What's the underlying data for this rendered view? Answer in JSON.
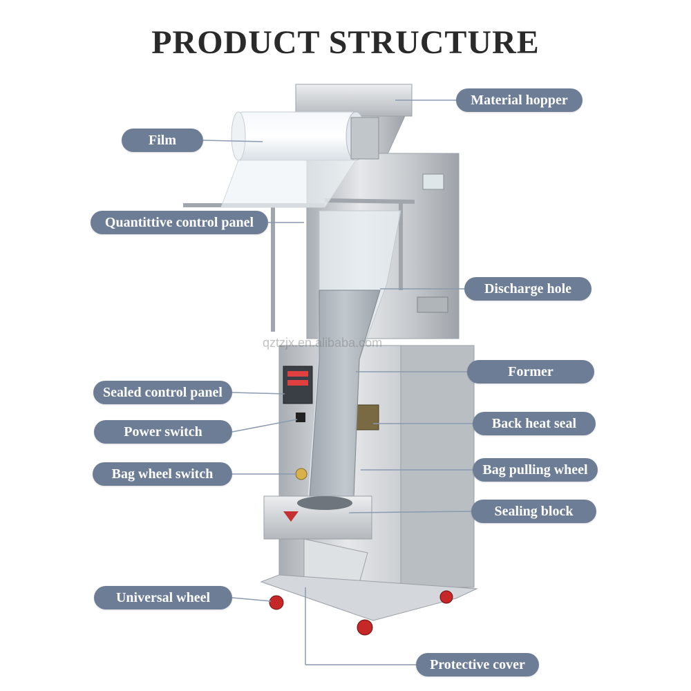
{
  "title": "PRODUCT STRUCTURE",
  "watermark": "qztzjx.en.alibaba.com",
  "colors": {
    "label_bg": "#6d7d96",
    "label_text": "#ffffff",
    "leader_line": "#8a9ab0",
    "steel": "#c9cdd2"
  },
  "labels": {
    "material_hopper": "Material hopper",
    "film": "Film",
    "quantitative_control_panel": "Quantittive control panel",
    "discharge_hole": "Discharge hole",
    "former": "Former",
    "sealed_control_panel": "Sealed control panel",
    "back_heat_seal": "Back heat seal",
    "power_switch": "Power switch",
    "bag_pulling_wheel": "Bag pulling wheel",
    "bag_wheel_switch": "Bag wheel switch",
    "sealing_block": "Sealing block",
    "universal_wheel": "Universal wheel",
    "protective_cover": "Protective cover"
  }
}
